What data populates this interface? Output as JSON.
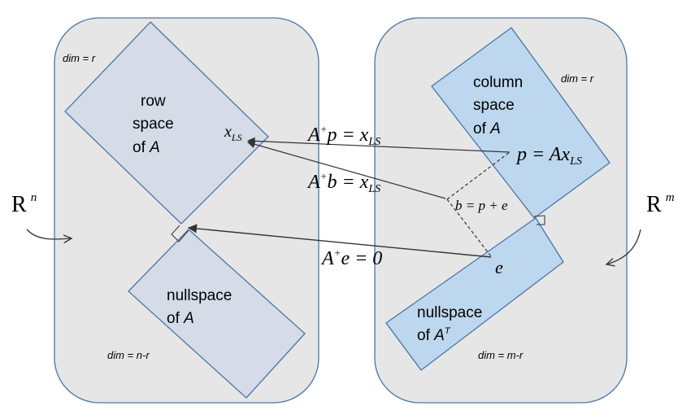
{
  "left_domain": {
    "dim_top": "dim = r",
    "dim_bottom": "dim = n-r",
    "space_label": "R",
    "space_exp": "n",
    "row_space": {
      "line1": "row",
      "line2": "space",
      "line3_prefix": "of ",
      "line3_var": "A"
    },
    "nullspace": {
      "line1": "nullspace",
      "line2_prefix": "of ",
      "line2_var": "A"
    },
    "xls": {
      "var": "x",
      "sub": "LS"
    }
  },
  "right_domain": {
    "dim_top": "dim = r",
    "dim_bottom": "dim = m-r",
    "space_label": "R",
    "space_exp": "m",
    "column_space": {
      "line1": "column",
      "line2": "space",
      "line3_prefix": "of ",
      "line3_var": "A"
    },
    "left_nullspace": {
      "line1": "nullspace",
      "line2_prefix": "of ",
      "line2_var": "A",
      "line2_sup": "T"
    },
    "p_label": {
      "lhs": "p = Ax",
      "sub": "LS"
    },
    "b_label": "b = p + e",
    "e_label": "e"
  },
  "equations": {
    "eq1": {
      "A": "A",
      "plus": "+",
      "rest": "p = x",
      "sub": "LS"
    },
    "eq2": {
      "A": "A",
      "plus": "+",
      "rest": "b = x",
      "sub": "LS"
    },
    "eq3": {
      "A": "A",
      "plus": "+",
      "rest": "e = 0"
    }
  },
  "colors": {
    "panel_fill": "#e6e6e6",
    "panel_stroke": "#4a76a8",
    "left_rect_fill": "#d5dbe7",
    "right_rect_fill": "#bdd7ee",
    "rect_stroke": "#4a76a8",
    "line": "#333333"
  }
}
